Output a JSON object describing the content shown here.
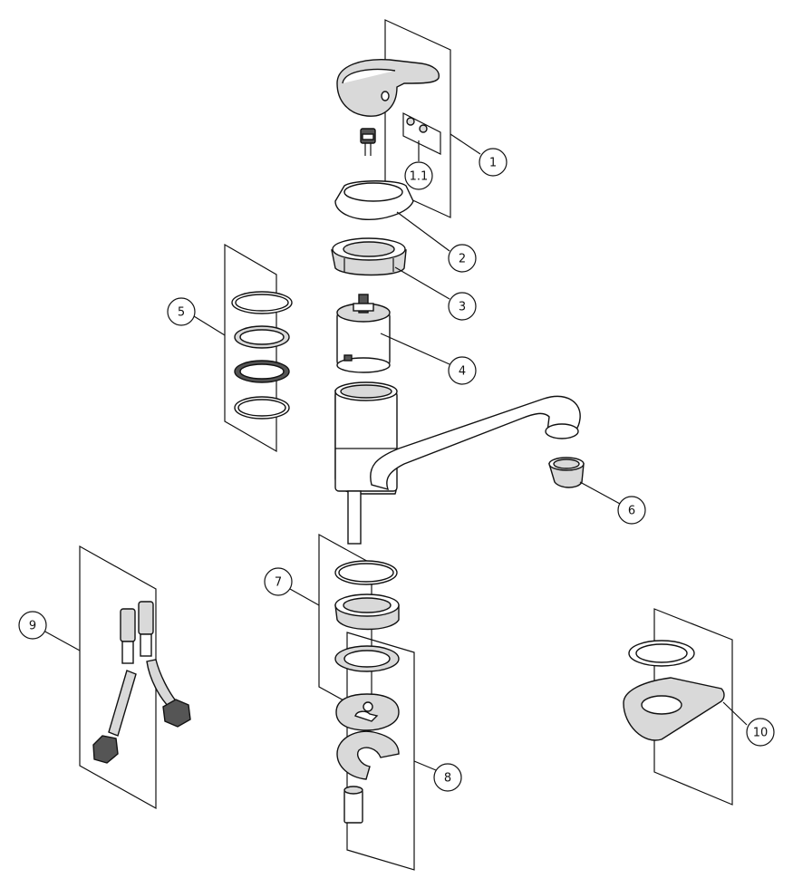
{
  "callouts": {
    "c1": "1",
    "c1_1": "1.1",
    "c2": "2",
    "c3": "3",
    "c4": "4",
    "c5": "5",
    "c6": "6",
    "c7": "7",
    "c8": "8",
    "c9": "9",
    "c10": "10"
  }
}
